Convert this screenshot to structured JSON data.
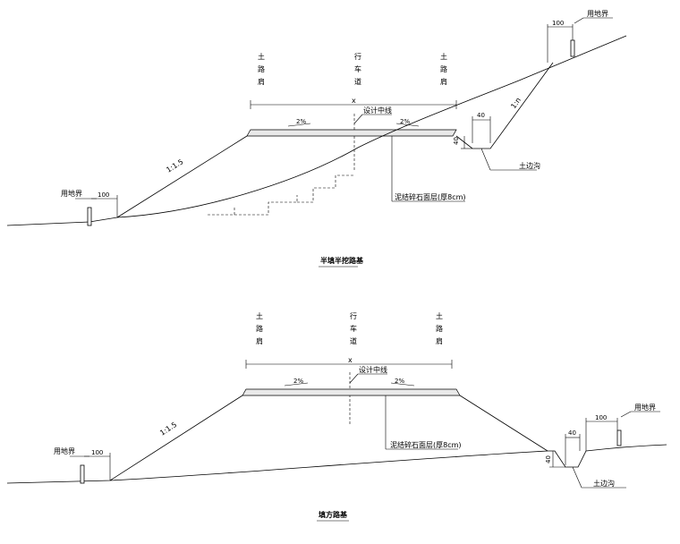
{
  "section1": {
    "title": "半填半挖路基",
    "shoulder_left": "土路肩",
    "carriageway": "行车道",
    "shoulder_right": "土路肩",
    "width_label": "x",
    "centerline_label": "设计中线",
    "slope_left": "2%",
    "slope_right": "2%",
    "fill_slope": "1:1.5",
    "cut_slope": "1:n",
    "pavement_label": "泥结碎石面层(厚8cm)",
    "ditch_label": "土边沟",
    "ditch_width": "40",
    "ditch_depth": "40",
    "boundary_left_label": "用地界",
    "boundary_left_dist": "100",
    "boundary_right_label": "用地界",
    "boundary_right_dist": "100"
  },
  "section2": {
    "title": "填方路基",
    "shoulder_left": "土路肩",
    "carriageway": "行车道",
    "shoulder_right": "土路肩",
    "width_label": "x",
    "centerline_label": "设计中线",
    "slope_left": "2%",
    "slope_right": "2%",
    "fill_slope": "1:1.5",
    "pavement_label": "泥结碎石面层(厚8cm)",
    "ditch_label": "土边沟",
    "ditch_width": "40",
    "ditch_depth": "40",
    "boundary_left_label": "用地界",
    "boundary_left_dist": "100",
    "boundary_right_label": "用地界",
    "boundary_right_dist": "100"
  }
}
